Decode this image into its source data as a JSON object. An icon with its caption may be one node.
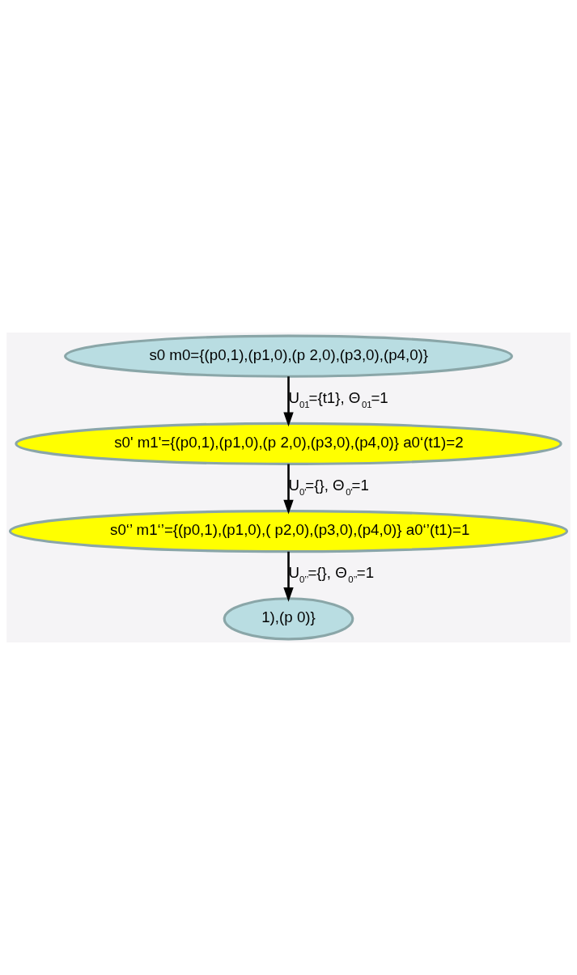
{
  "diagram": {
    "nodes": [
      {
        "text": [
          "s0 m0={(p0,1),(p1,0),(p 2,0),(p3,0),(p4,0)}"
        ]
      },
      {
        "text": [
          "s0' m1'={(p0,1),(p1,0),(p 2,0),(p3,0),(p4,0)} a0‘(t1)=2"
        ]
      },
      {
        "text": [
          "s0‘’ m1‘’={(p0,1),(p1,0),( p2,0),(p3,0),(p4,0)} a0‘’(t1)=1"
        ]
      },
      {
        "text": [
          "1),(p 0)}"
        ]
      }
    ],
    "edges": [
      {
        "from": 0,
        "to": 1,
        "arrow": "to",
        "label": "U$_{01}$={t1}, Θ$_{01}$=1"
      },
      {
        "from": 1,
        "to": 2,
        "arrow": "to",
        "label": "U$_{0'}$={}, Θ$_{0'}$=1"
      },
      {
        "from": 2,
        "to": 3,
        "arrow": "to",
        "label": "U$_{0’’}$={}, Θ$_{0’’}$=1"
      }
    ]
  }
}
